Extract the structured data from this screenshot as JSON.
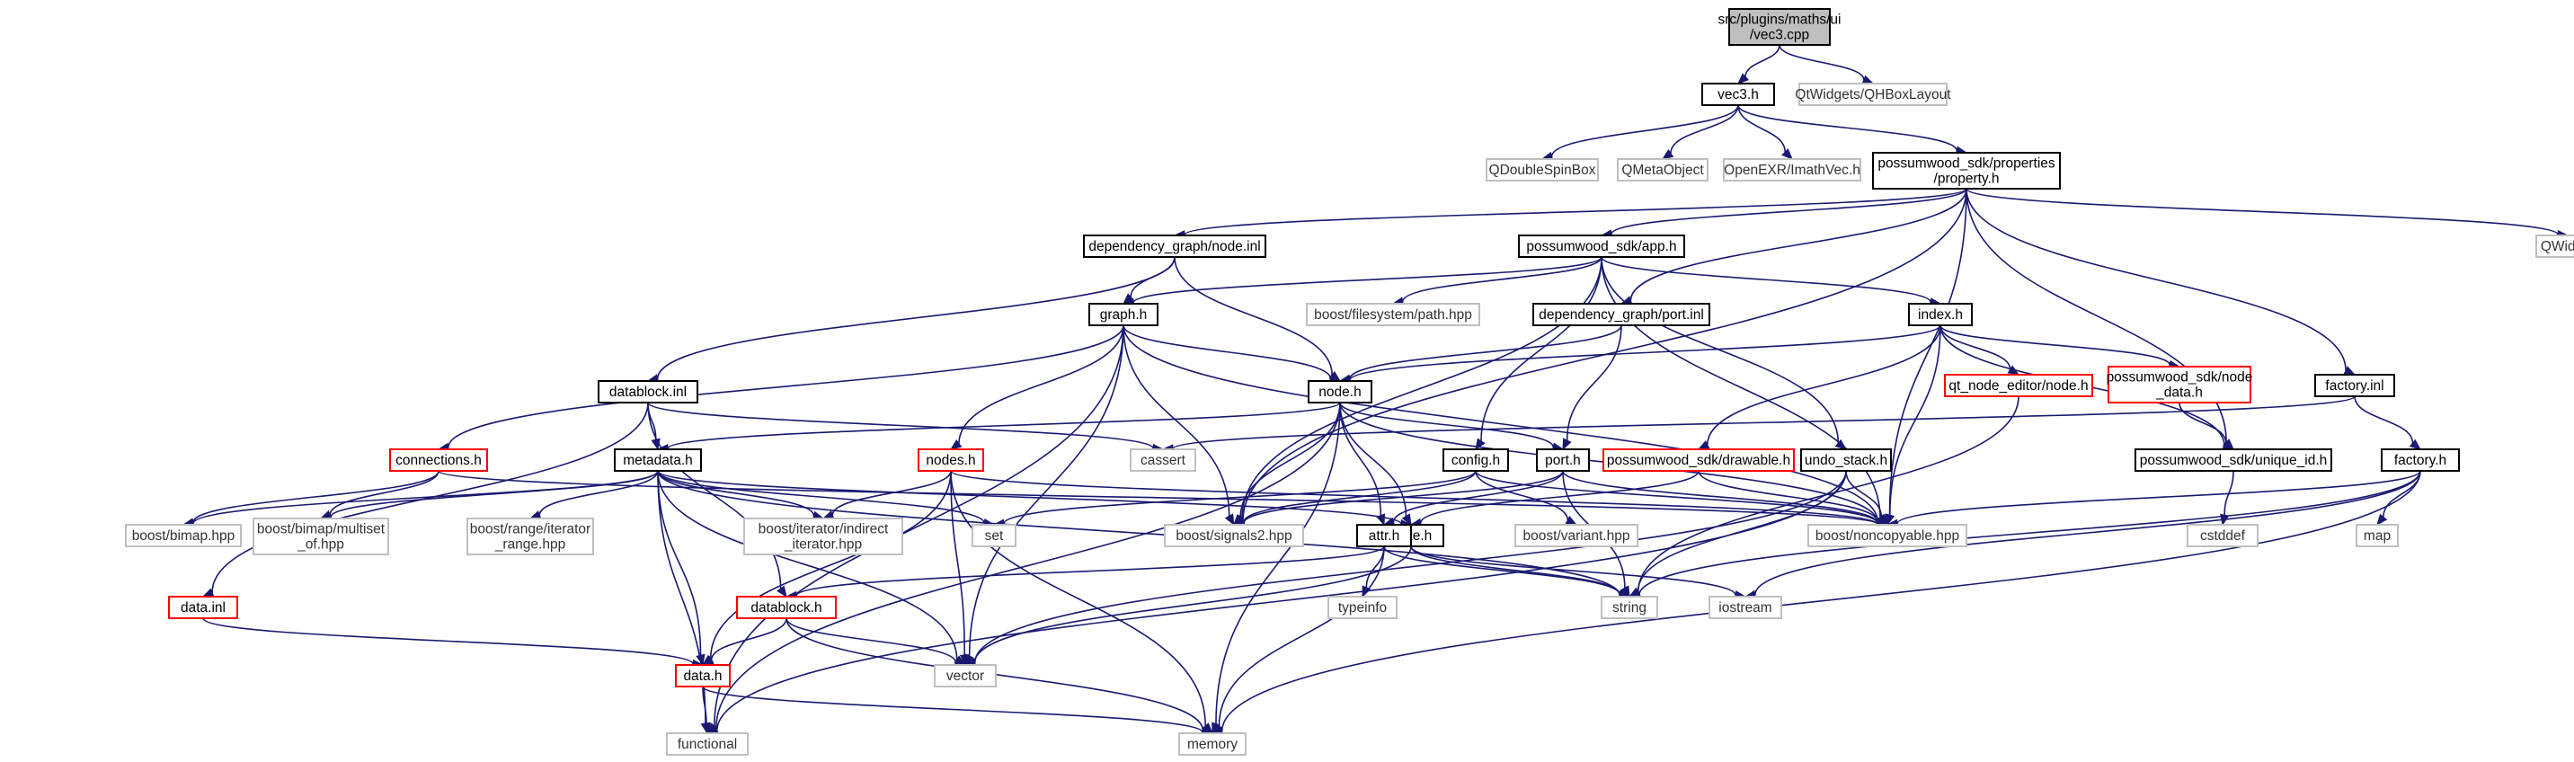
{
  "colors": {
    "edge": "#191970",
    "root_fill": "#bfbfbf",
    "box_border": "#000000",
    "missing_border": "#bfbfbf",
    "truncated_border": "#ff0000"
  },
  "nodes": [
    {
      "id": "root",
      "kind": "root",
      "lines": [
        "src/plugins/maths/ui",
        "/vec3.cpp"
      ]
    },
    {
      "id": "vec3h",
      "kind": "normal",
      "lines": [
        "vec3.h"
      ]
    },
    {
      "id": "qhbox",
      "kind": "missing",
      "lines": [
        "QtWidgets/QHBoxLayout"
      ]
    },
    {
      "id": "qdouble",
      "kind": "missing",
      "lines": [
        "QDoubleSpinBox"
      ]
    },
    {
      "id": "qmeta",
      "kind": "missing",
      "lines": [
        "QMetaObject"
      ]
    },
    {
      "id": "imath",
      "kind": "missing",
      "lines": [
        "OpenEXR/ImathVec.h"
      ]
    },
    {
      "id": "property",
      "kind": "normal",
      "lines": [
        "possumwood_sdk/properties",
        "/property.h"
      ]
    },
    {
      "id": "qwidget",
      "kind": "missing",
      "lines": [
        "QWidget"
      ]
    },
    {
      "id": "nodeinl",
      "kind": "normal",
      "lines": [
        "dependency_graph/node.inl"
      ]
    },
    {
      "id": "apph",
      "kind": "normal",
      "lines": [
        "possumwood_sdk/app.h"
      ]
    },
    {
      "id": "graphh",
      "kind": "normal",
      "lines": [
        "graph.h"
      ]
    },
    {
      "id": "bfs",
      "kind": "missing",
      "lines": [
        "boost/filesystem/path.hpp"
      ]
    },
    {
      "id": "portinl",
      "kind": "normal",
      "lines": [
        "dependency_graph/port.inl"
      ]
    },
    {
      "id": "indexh",
      "kind": "normal",
      "lines": [
        "index.h"
      ]
    },
    {
      "id": "qtnode",
      "kind": "truncated",
      "lines": [
        "qt_node_editor/node.h"
      ]
    },
    {
      "id": "pwnodedata",
      "kind": "truncated",
      "lines": [
        "possumwood_sdk/node",
        "_data.h"
      ]
    },
    {
      "id": "factoryinl",
      "kind": "normal",
      "lines": [
        "factory.inl"
      ]
    },
    {
      "id": "datablockinl",
      "kind": "normal",
      "lines": [
        "datablock.inl"
      ]
    },
    {
      "id": "nodeh",
      "kind": "normal",
      "lines": [
        "node.h"
      ]
    },
    {
      "id": "cassert",
      "kind": "missing",
      "lines": [
        "cassert"
      ]
    },
    {
      "id": "uniqueid",
      "kind": "normal",
      "lines": [
        "possumwood_sdk/unique_id.h"
      ]
    },
    {
      "id": "connections",
      "kind": "truncated",
      "lines": [
        "connections.h"
      ]
    },
    {
      "id": "metadata",
      "kind": "normal",
      "lines": [
        "metadata.h"
      ]
    },
    {
      "id": "nodesh",
      "kind": "truncated",
      "lines": [
        "nodes.h"
      ]
    },
    {
      "id": "porth",
      "kind": "normal",
      "lines": [
        "port.h"
      ]
    },
    {
      "id": "configh",
      "kind": "normal",
      "lines": [
        "config.h"
      ]
    },
    {
      "id": "drawable",
      "kind": "truncated",
      "lines": [
        "possumwood_sdk/drawable.h"
      ]
    },
    {
      "id": "undostack",
      "kind": "normal",
      "lines": [
        "undo_stack.h"
      ]
    },
    {
      "id": "factoryh",
      "kind": "normal",
      "lines": [
        "factory.h"
      ]
    },
    {
      "id": "bimap",
      "kind": "missing",
      "lines": [
        "boost/bimap.hpp"
      ]
    },
    {
      "id": "multiset",
      "kind": "missing",
      "lines": [
        "boost/bimap/multiset",
        "_of.hpp"
      ]
    },
    {
      "id": "rangeiter",
      "kind": "missing",
      "lines": [
        "boost/range/iterator",
        "_range.hpp"
      ]
    },
    {
      "id": "indirect",
      "kind": "missing",
      "lines": [
        "boost/iterator/indirect",
        "_iterator.hpp"
      ]
    },
    {
      "id": "set",
      "kind": "missing",
      "lines": [
        "set"
      ]
    },
    {
      "id": "signals2",
      "kind": "missing",
      "lines": [
        "boost/signals2.hpp"
      ]
    },
    {
      "id": "statech",
      "kind": "normal",
      "lines": [
        "state.h"
      ]
    },
    {
      "id": "variant",
      "kind": "missing",
      "lines": [
        "boost/variant.hpp"
      ]
    },
    {
      "id": "noncopy",
      "kind": "missing",
      "lines": [
        "boost/noncopyable.hpp"
      ]
    },
    {
      "id": "cstddef",
      "kind": "missing",
      "lines": [
        "cstddef"
      ]
    },
    {
      "id": "map",
      "kind": "missing",
      "lines": [
        "map"
      ]
    },
    {
      "id": "attrh",
      "kind": "normal",
      "lines": [
        "attr.h"
      ]
    },
    {
      "id": "typeinfo",
      "kind": "missing",
      "lines": [
        "typeinfo"
      ]
    },
    {
      "id": "string",
      "kind": "missing",
      "lines": [
        "string"
      ]
    },
    {
      "id": "iostream",
      "kind": "missing",
      "lines": [
        "iostream"
      ]
    },
    {
      "id": "datainl",
      "kind": "truncated",
      "lines": [
        "data.inl"
      ]
    },
    {
      "id": "datablockh",
      "kind": "truncated",
      "lines": [
        "datablock.h"
      ]
    },
    {
      "id": "vector",
      "kind": "missing",
      "lines": [
        "vector"
      ]
    },
    {
      "id": "datah",
      "kind": "truncated",
      "lines": [
        "data.h"
      ]
    },
    {
      "id": "functional",
      "kind": "missing",
      "lines": [
        "functional"
      ]
    },
    {
      "id": "memory",
      "kind": "missing",
      "lines": [
        "memory"
      ]
    }
  ],
  "edges": [
    [
      "root",
      "vec3h"
    ],
    [
      "root",
      "qhbox"
    ],
    [
      "vec3h",
      "qdouble"
    ],
    [
      "vec3h",
      "qmeta"
    ],
    [
      "vec3h",
      "imath"
    ],
    [
      "vec3h",
      "property"
    ],
    [
      "property",
      "nodeinl"
    ],
    [
      "property",
      "apph"
    ],
    [
      "property",
      "portinl"
    ],
    [
      "property",
      "factoryinl"
    ],
    [
      "property",
      "uniqueid"
    ],
    [
      "property",
      "noncopy"
    ],
    [
      "property",
      "qwidget"
    ],
    [
      "property",
      "signals2"
    ],
    [
      "nodeinl",
      "graphh"
    ],
    [
      "nodeinl",
      "nodeh"
    ],
    [
      "nodeinl",
      "datablockinl"
    ],
    [
      "apph",
      "graphh"
    ],
    [
      "apph",
      "bfs"
    ],
    [
      "apph",
      "indexh"
    ],
    [
      "apph",
      "configh"
    ],
    [
      "apph",
      "undostack"
    ],
    [
      "apph",
      "signals2"
    ],
    [
      "apph",
      "noncopy"
    ],
    [
      "graphh",
      "nodeh"
    ],
    [
      "graphh",
      "connections"
    ],
    [
      "graphh",
      "nodesh"
    ],
    [
      "graphh",
      "signals2"
    ],
    [
      "graphh",
      "vector"
    ],
    [
      "graphh",
      "functional"
    ],
    [
      "graphh",
      "noncopy"
    ],
    [
      "portinl",
      "nodeh"
    ],
    [
      "portinl",
      "porth"
    ],
    [
      "indexh",
      "nodeh"
    ],
    [
      "indexh",
      "qtnode"
    ],
    [
      "indexh",
      "pwnodedata"
    ],
    [
      "indexh",
      "uniqueid"
    ],
    [
      "indexh",
      "drawable"
    ],
    [
      "indexh",
      "noncopy"
    ],
    [
      "qtnode",
      "string"
    ],
    [
      "pwnodedata",
      "uniqueid"
    ],
    [
      "factoryinl",
      "factoryh"
    ],
    [
      "factoryinl",
      "cassert"
    ],
    [
      "datablockinl",
      "metadata"
    ],
    [
      "datablockinl",
      "datablockh"
    ],
    [
      "datablockinl",
      "datainl"
    ],
    [
      "datablockinl",
      "cassert"
    ],
    [
      "nodeh",
      "metadata"
    ],
    [
      "nodeh",
      "porth"
    ],
    [
      "nodeh",
      "attrh"
    ],
    [
      "nodeh",
      "statech"
    ],
    [
      "nodeh",
      "signals2"
    ],
    [
      "nodeh",
      "memory"
    ],
    [
      "nodeh",
      "functional"
    ],
    [
      "nodeh",
      "noncopy"
    ],
    [
      "uniqueid",
      "cstddef"
    ],
    [
      "connections",
      "bimap"
    ],
    [
      "connections",
      "multiset"
    ],
    [
      "connections",
      "noncopy"
    ],
    [
      "metadata",
      "bimap"
    ],
    [
      "metadata",
      "multiset"
    ],
    [
      "metadata",
      "rangeiter"
    ],
    [
      "metadata",
      "indirect"
    ],
    [
      "metadata",
      "set"
    ],
    [
      "metadata",
      "statech"
    ],
    [
      "metadata",
      "string"
    ],
    [
      "metadata",
      "datah"
    ],
    [
      "metadata",
      "vector"
    ],
    [
      "metadata",
      "functional"
    ],
    [
      "nodesh",
      "indirect"
    ],
    [
      "nodesh",
      "datah"
    ],
    [
      "nodesh",
      "vector"
    ],
    [
      "nodesh",
      "memory"
    ],
    [
      "nodesh",
      "noncopy"
    ],
    [
      "porth",
      "attrh"
    ],
    [
      "porth",
      "signals2"
    ],
    [
      "porth",
      "string"
    ],
    [
      "porth",
      "noncopy"
    ],
    [
      "configh",
      "set"
    ],
    [
      "configh",
      "variant"
    ],
    [
      "configh",
      "signals2"
    ],
    [
      "configh",
      "noncopy"
    ],
    [
      "drawable",
      "statech"
    ],
    [
      "drawable",
      "noncopy"
    ],
    [
      "undostack",
      "string"
    ],
    [
      "undostack",
      "vector"
    ],
    [
      "undostack",
      "functional"
    ],
    [
      "undostack",
      "noncopy"
    ],
    [
      "factoryh",
      "noncopy"
    ],
    [
      "factoryh",
      "map"
    ],
    [
      "factoryh",
      "string"
    ],
    [
      "factoryh",
      "iostream"
    ],
    [
      "factoryh",
      "memory"
    ],
    [
      "statech",
      "string"
    ],
    [
      "statech",
      "vector"
    ],
    [
      "statech",
      "iostream"
    ],
    [
      "attrh",
      "typeinfo"
    ],
    [
      "attrh",
      "string"
    ],
    [
      "attrh",
      "datablockh"
    ],
    [
      "attrh",
      "memory"
    ],
    [
      "datainl",
      "datah"
    ],
    [
      "datablockh",
      "datah"
    ],
    [
      "datablockh",
      "vector"
    ],
    [
      "datablockh",
      "memory"
    ],
    [
      "datah",
      "functional"
    ],
    [
      "datah",
      "memory"
    ]
  ]
}
